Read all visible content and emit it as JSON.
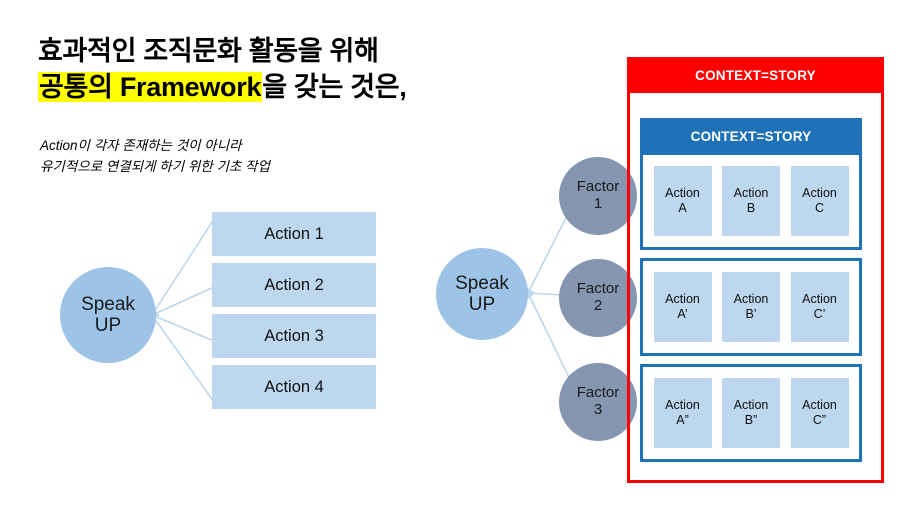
{
  "title": {
    "line1": "효과적인 조직문화 활동을 위해",
    "line2_highlight": "공통의 Framework",
    "line2_rest": "을 갖는 것은,"
  },
  "subtitle": {
    "line1": "Action이 각자 존재하는 것이 아니라",
    "line2": "유기적으로 연결되게 하기 위한 기초 작업"
  },
  "left_diagram": {
    "hub_line1": "Speak",
    "hub_line2": "UP",
    "actions": [
      {
        "label": "Action 1"
      },
      {
        "label": "Action 2"
      },
      {
        "label": "Action 3"
      },
      {
        "label": "Action 4"
      }
    ]
  },
  "right_diagram": {
    "hub_line1": "Speak",
    "hub_line2": "UP",
    "factors": [
      {
        "line1": "Factor",
        "line2": "1"
      },
      {
        "line1": "Factor",
        "line2": "2"
      },
      {
        "line1": "Factor",
        "line2": "3"
      }
    ],
    "outer_banner": "CONTEXT=STORY",
    "inner_banner": "CONTEXT=STORY",
    "rows": [
      {
        "cells": [
          {
            "line1": "Action",
            "line2": "A"
          },
          {
            "line1": "Action",
            "line2": "B"
          },
          {
            "line1": "Action",
            "line2": "C"
          }
        ]
      },
      {
        "cells": [
          {
            "line1": "Action",
            "line2": "A’"
          },
          {
            "line1": "Action",
            "line2": "B’"
          },
          {
            "line1": "Action",
            "line2": "C’"
          }
        ]
      },
      {
        "cells": [
          {
            "line1": "Action",
            "line2": "A”"
          },
          {
            "line1": "Action",
            "line2": "B”"
          },
          {
            "line1": "Action",
            "line2": "C”"
          }
        ]
      }
    ]
  },
  "colors": {
    "highlight": "#FFFF00",
    "hub_circle": "#9DC3E6",
    "factor_circle": "#8496B0",
    "action_fill": "#BDD7EE",
    "red_frame": "#FF0000",
    "blue_frame": "#1F72B8",
    "connector": "#BDD7EE"
  }
}
